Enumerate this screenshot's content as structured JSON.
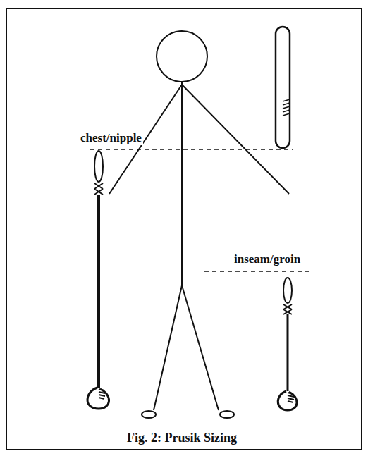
{
  "diagram": {
    "caption": "Fig. 2:  Prusik Sizing",
    "labels": [
      "chest/nipple",
      "inseam/groin"
    ]
  }
}
